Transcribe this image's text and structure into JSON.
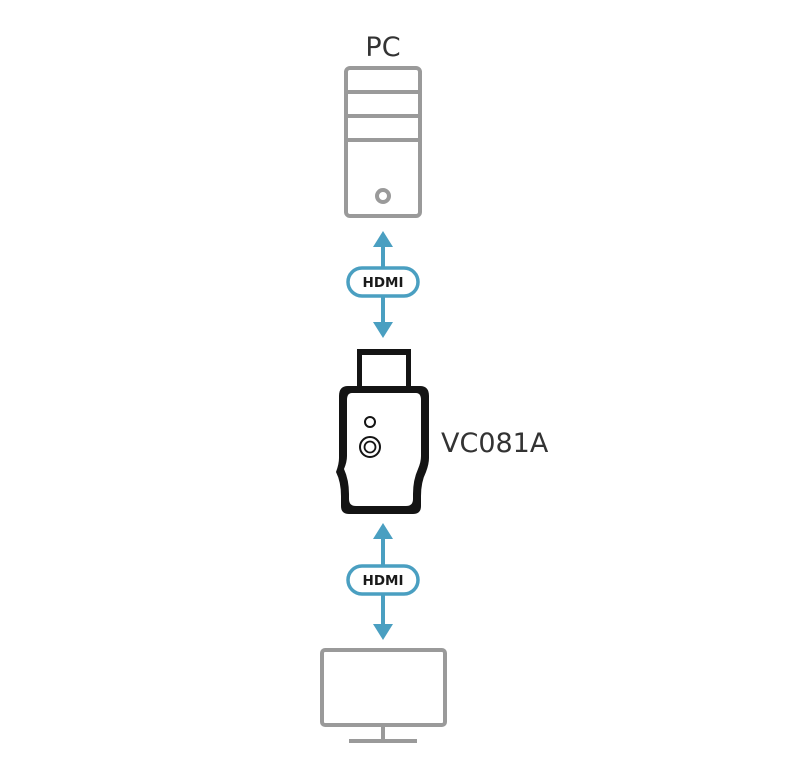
{
  "devices": {
    "pc": {
      "label": "PC"
    },
    "adapter": {
      "label": "VC081A"
    },
    "monitor": {
      "label": ""
    }
  },
  "connections": [
    {
      "label": "HDMI"
    },
    {
      "label": "HDMI"
    }
  ],
  "colors": {
    "arrow": "#4a9fc1",
    "device_outline": "#9a9a9a",
    "adapter": "#141414",
    "text": "#333333"
  }
}
